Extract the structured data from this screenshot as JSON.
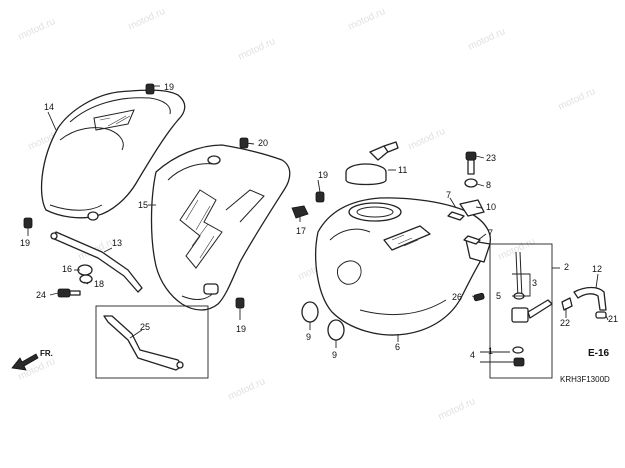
{
  "watermark": "motod.ru",
  "figure_code": "KRH3F1300D",
  "ref_label": "E-16",
  "direction_label": "FR.",
  "callouts": {
    "c1": "1",
    "c2": "2",
    "c3": "3",
    "c4": "4",
    "c5": "5",
    "c6": "6",
    "c7a": "7",
    "c7b": "7",
    "c8": "8",
    "c9a": "9",
    "c9b": "9",
    "c10": "10",
    "c11": "11",
    "c12": "12",
    "c13": "13",
    "c14": "14",
    "c15": "15",
    "c16": "16",
    "c17": "17",
    "c18": "18",
    "c19a": "19",
    "c19b": "19",
    "c19c": "19",
    "c19d": "19",
    "c20": "20",
    "c21": "21",
    "c22": "22",
    "c23": "23",
    "c24": "24",
    "c25": "25",
    "c26": "26"
  },
  "icons": [
    "bolt-icon",
    "key-icon",
    "grommet-icon",
    "arrow-icon"
  ]
}
